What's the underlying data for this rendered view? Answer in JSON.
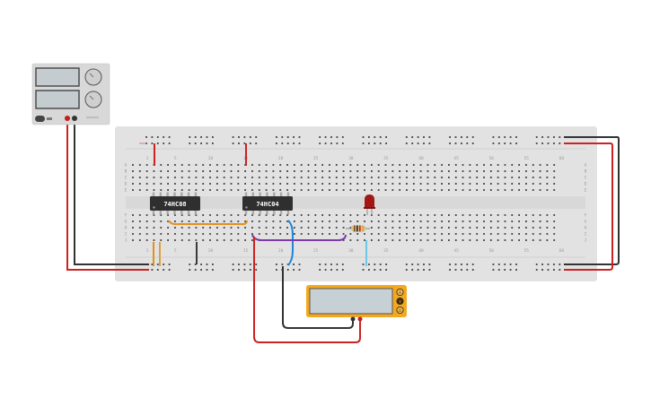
{
  "workspace": {
    "background": "#ffffff"
  },
  "breadboard": {
    "color": "#e2e2e2",
    "row_letters_top": [
      "A",
      "B",
      "C",
      "D",
      "E"
    ],
    "row_letters_bottom": [
      "F",
      "G",
      "H",
      "I",
      "J"
    ],
    "column_numbers": [
      "1",
      "5",
      "10",
      "15",
      "20",
      "25",
      "30",
      "35",
      "40",
      "45",
      "50",
      "55",
      "60"
    ]
  },
  "chips": [
    {
      "label": "74HC08"
    },
    {
      "label": "74HC04"
    }
  ],
  "led": {
    "color": "#a31616"
  },
  "resistor": {
    "body_color": "#d9c08b"
  },
  "power_supply": {
    "body_color": "#d8d8d8",
    "display_color": "#c5ccd0"
  },
  "multimeter": {
    "frame_color": "#f3a81f",
    "display_color": "#c7d0d5",
    "mode_buttons": [
      "A",
      "V",
      "Ω"
    ]
  },
  "wire_colors": {
    "red": "#cc2222",
    "black": "#333333",
    "orange": "#e4901a",
    "blue": "#1f86d8",
    "purple": "#7b3aa8",
    "lightblue": "#6fc7e6",
    "darkgray": "#3b3b3b"
  }
}
